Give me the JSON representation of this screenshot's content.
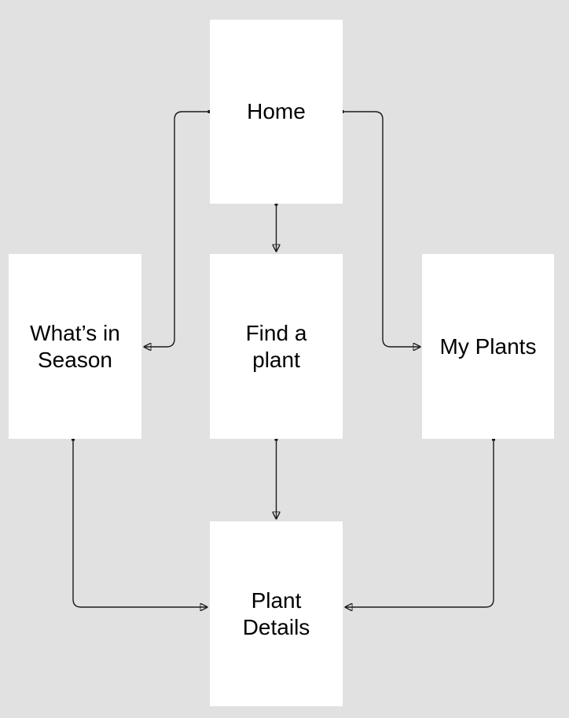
{
  "colors": {
    "background": "#e1e1e1",
    "node_fill": "#ffffff",
    "connector": "#1a1a1a",
    "text": "#000000"
  },
  "diagram": {
    "type": "flowchart",
    "nodes": [
      {
        "id": "home",
        "label": "Home"
      },
      {
        "id": "whats-in-season",
        "label": "What’s in\nSeason"
      },
      {
        "id": "find-a-plant",
        "label": "Find a\nplant"
      },
      {
        "id": "my-plants",
        "label": "My Plants"
      },
      {
        "id": "plant-details",
        "label": "Plant\nDetails"
      }
    ],
    "edges": [
      {
        "from": "home",
        "to": "whats-in-season",
        "arrow": "end"
      },
      {
        "from": "home",
        "to": "find-a-plant",
        "arrow": "end"
      },
      {
        "from": "home",
        "to": "my-plants",
        "arrow": "end"
      },
      {
        "from": "whats-in-season",
        "to": "plant-details",
        "arrow": "end"
      },
      {
        "from": "find-a-plant",
        "to": "plant-details",
        "arrow": "end"
      },
      {
        "from": "my-plants",
        "to": "plant-details",
        "arrow": "end"
      }
    ]
  }
}
